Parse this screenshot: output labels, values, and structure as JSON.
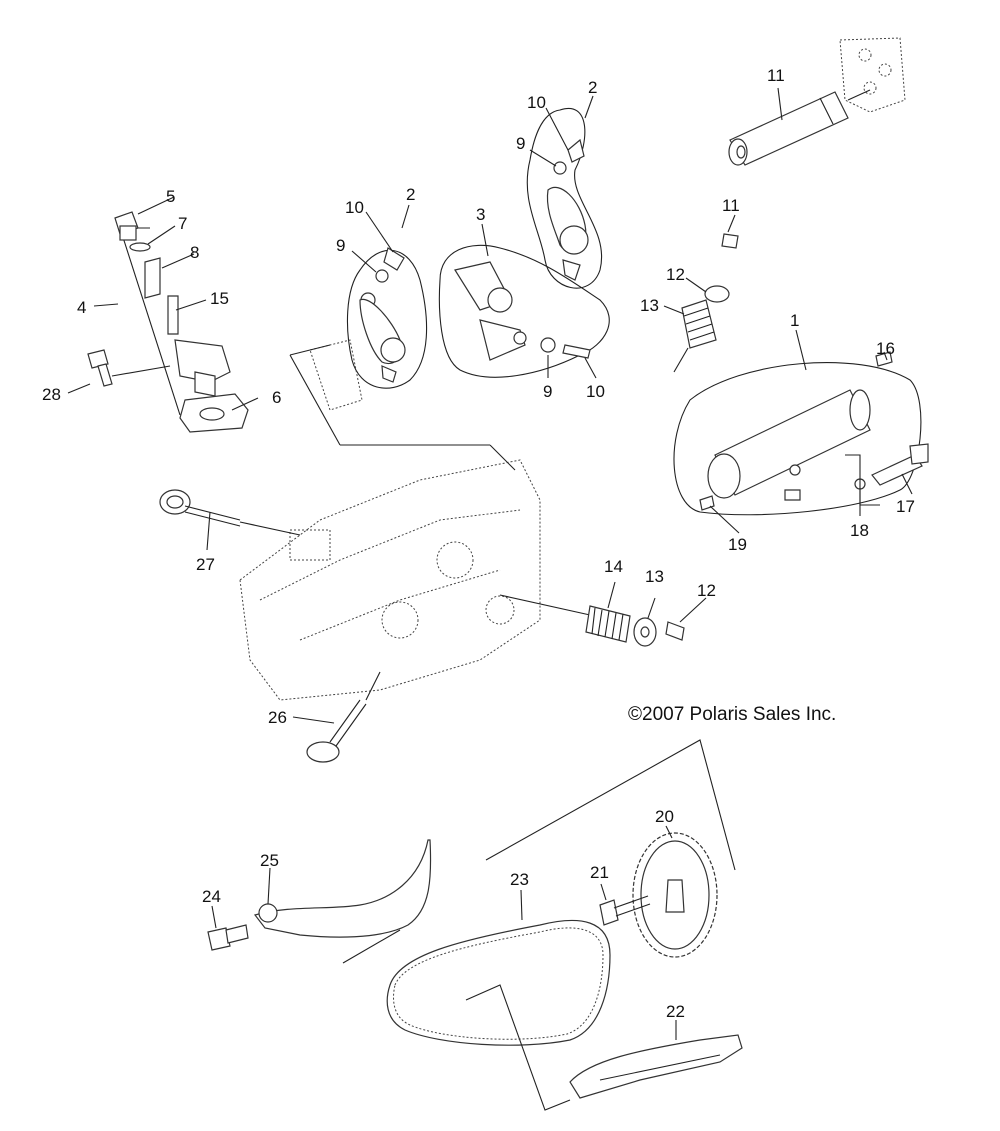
{
  "copyright": "©2007 Polaris Sales Inc.",
  "callouts": {
    "c1": "1",
    "c2a": "2",
    "c2b": "2",
    "c3": "3",
    "c4": "4",
    "c5": "5",
    "c6": "6",
    "c7": "7",
    "c8": "8",
    "c9a": "9",
    "c9b": "9",
    "c9c": "9",
    "c10a": "10",
    "c10b": "10",
    "c10c": "10",
    "c11a": "11",
    "c11b": "11",
    "c12a": "12",
    "c12b": "12",
    "c13a": "13",
    "c13b": "13",
    "c14": "14",
    "c15": "15",
    "c16": "16",
    "c17": "17",
    "c18": "18",
    "c19": "19",
    "c20": "20",
    "c21": "21",
    "c22": "22",
    "c23": "23",
    "c24": "24",
    "c25": "25",
    "c26": "26",
    "c27": "27",
    "c28": "28"
  }
}
